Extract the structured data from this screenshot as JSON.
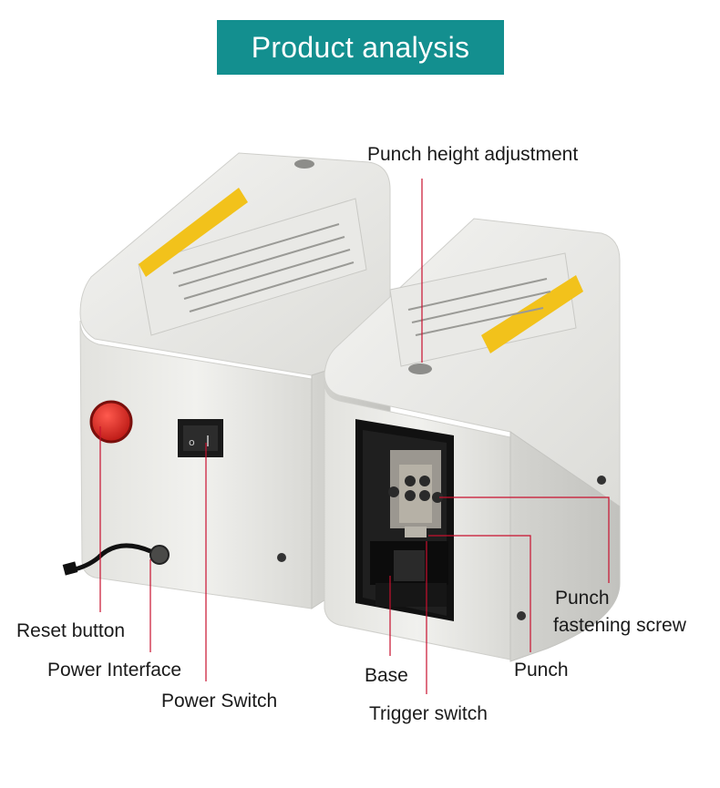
{
  "title": "Product analysis",
  "labels": {
    "punch_height_adjustment": "Punch height adjustment",
    "reset_button": "Reset button",
    "power_interface": "Power Interface",
    "power_switch": "Power Switch",
    "base": "Base",
    "trigger_switch": "Trigger switch",
    "punch": "Punch",
    "punch_fastening_screw_line1": "Punch",
    "punch_fastening_screw_line2": "fastening screw"
  },
  "colors": {
    "banner": "#138f8f",
    "callout_line": "#c8102e",
    "reset_button": "#d8241f",
    "device_body": "#ecebe7",
    "warning_label": "#f2c21b"
  }
}
